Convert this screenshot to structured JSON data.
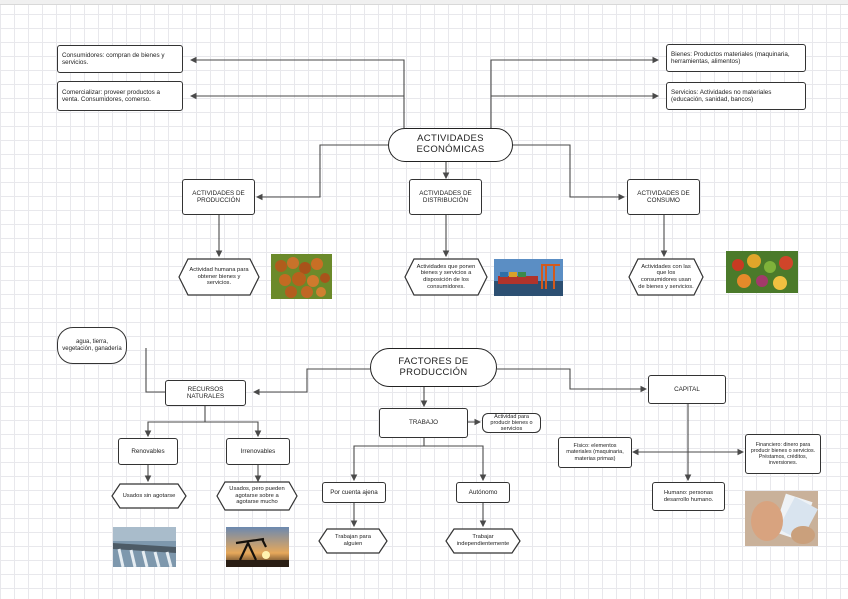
{
  "top": {
    "title": "ACTIVIDADES ECONÓMICAS",
    "left_boxes": [
      "Consumidores: compran de bienes y servicios.",
      "Comercializar: proveer productos a venta. Consumidores, comerso."
    ],
    "right_boxes": [
      "Bienes: Productos materiales (maquinaria, herramientas, alimentos)",
      "Servicios: Actividades no materiales (educación, sanidad, bancos)"
    ],
    "activities": [
      {
        "label": "ACTIVIDADES DE PRODUCCIÓN",
        "desc": "Actividad humana para obtener bienes y servicios."
      },
      {
        "label": "ACTIVIDADES DE DISTRIBUCIÓN",
        "desc": "Actividades que ponen bienes y servicios a disposición de los consumidores."
      },
      {
        "label": "ACTIVIDADES DE CONSUMO",
        "desc": "Actividades con las que los consumidores usan de bienes y servicios."
      }
    ]
  },
  "bottom": {
    "title": "FACTORES DE PRODUCCIÓN",
    "natural_examples": "agua, tierra, vegetación, ganadería",
    "recursos": "RECURSOS NATURALES",
    "renovables": "Renovables",
    "renovables_desc": "Usados sin agotarse",
    "irrenovables": "Irrenovables",
    "irrenovables_desc": "Usados, pero pueden agotarse sobre a agotarse mucho",
    "trabajo": "TRABAJO",
    "trabajo_desc": "Actividad para producir bienes o servicios",
    "cuenta_ajena": "Por cuenta ajena",
    "cuenta_ajena_desc": "Trabajan para alguien",
    "autonomo": "Autónomo",
    "autonomo_desc": "Trabajar independientemente",
    "capital": "CAPITAL",
    "capital_fisico": "Físico: elementos materiales (maquinaria, materias primas)",
    "capital_financiero": "Financiero: dinero para producir bienes o servicios. Préstamos, créditos, inversiones.",
    "capital_humano": "Humano: personas desarrollo humano."
  },
  "colors": {
    "line": "#4a4a4a",
    "border": "#333333",
    "grid": "#e8e8ec"
  }
}
